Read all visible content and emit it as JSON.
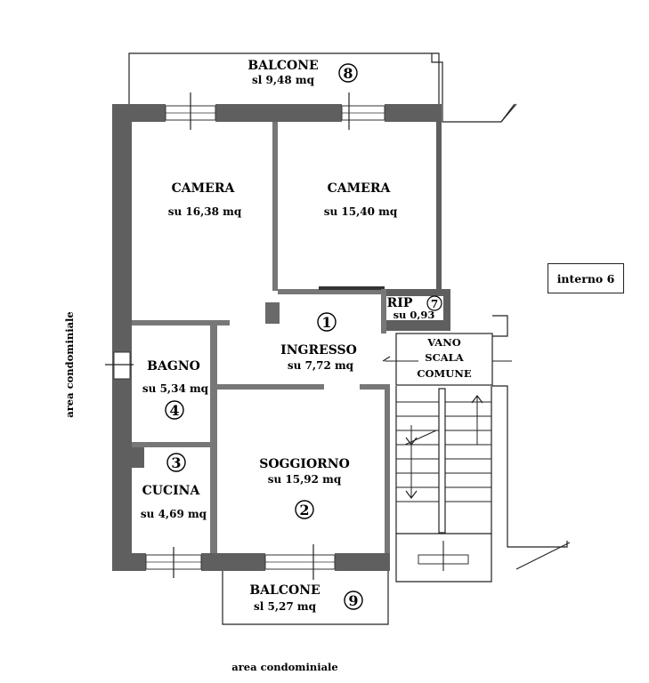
{
  "labels": {
    "balcone_top_name": "BALCONE",
    "balcone_top_area": "sl 9,48 mq",
    "balcone_top_num": "8",
    "camera1_name": "CAMERA",
    "camera1_area": "su 16,38 mq",
    "camera2_name": "CAMERA",
    "camera2_area": "su 15,40 mq",
    "rip_name": "RIP",
    "rip_num": "7",
    "rip_area": "su 0,93",
    "ingresso_num": "1",
    "ingresso_name": "INGRESSO",
    "ingresso_area": "su 7,72 mq",
    "vano_line1": "VANO",
    "vano_line2": "SCALA",
    "vano_line3": "COMUNE",
    "bagno_name": "BAGNO",
    "bagno_area": "su 5,34 mq",
    "bagno_num": "4",
    "cucina_num": "3",
    "cucina_name": "CUCINA",
    "cucina_area": "su 4,69 mq",
    "soggiorno_name": "SOGGIORNO",
    "soggiorno_area": "su 15,92 mq",
    "soggiorno_num": "2",
    "balcone_bottom_name": "BALCONE",
    "balcone_bottom_area": "sl 5,27 mq",
    "balcone_bottom_num": "9",
    "interno": "interno 6",
    "area_left": "area condominiale",
    "area_bottom": "area condominiale"
  }
}
